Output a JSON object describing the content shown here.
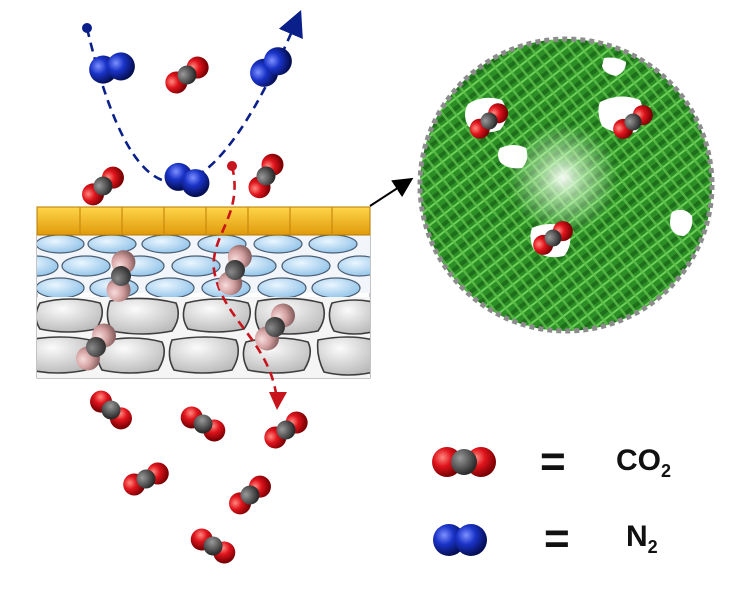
{
  "legend": {
    "equals": "=",
    "co2": {
      "base": "CO",
      "sub": "2"
    },
    "n2": {
      "base": "N",
      "sub": "2"
    }
  },
  "colors": {
    "oxygen_red": "#e0141c",
    "carbon_gray": "#3a3a3a",
    "nitrogen_blue": "#1a33c8",
    "co2_in_membrane": "#d9a6a6",
    "selective_layer": "#f2b51c",
    "pore_upper": "#bcdcf3",
    "pore_lower": "#d9d9d9",
    "n2_path": "#0a1f8a",
    "co2_path": "#c8141c",
    "framework_green": "#2e9e2a"
  },
  "icons": {
    "co2_molecule": "co2-molecule-icon",
    "n2_molecule": "n2-molecule-icon"
  }
}
